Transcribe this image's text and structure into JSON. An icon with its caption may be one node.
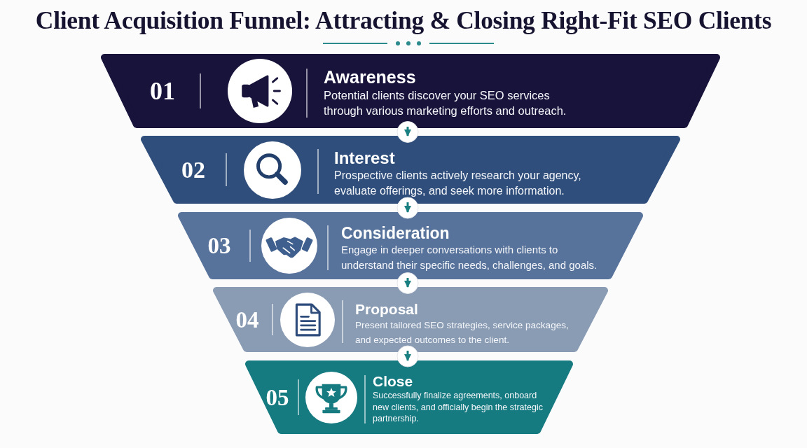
{
  "diagram": {
    "title": "Client Acquisition Funnel: Attracting & Closing Right-Fit SEO Clients",
    "nodes": [
      {
        "text": [
          "01",
          "Awareness",
          "Potential clients discover your SEO services through various marketing efforts and outreach."
        ]
      },
      {
        "text": [
          "02",
          "Interest",
          "Prospective clients actively research your agency, evaluate offerings, and seek more information."
        ]
      },
      {
        "text": [
          "03",
          "Consideration",
          "Engage in deeper conversations with clients to understand their specific needs, challenges, and goals."
        ]
      },
      {
        "text": [
          "04",
          "Proposal",
          "Present tailored SEO strategies, service packages, and expected outcomes to the client."
        ]
      },
      {
        "text": [
          "05",
          "Close",
          "Successfully finalize agreements, onboard new clients, and officially begin the strategic partnership."
        ]
      }
    ],
    "edges": [
      {
        "from": 0,
        "to": 1,
        "arrow": "to"
      },
      {
        "from": 1,
        "to": 2,
        "arrow": "to"
      },
      {
        "from": 2,
        "to": 3,
        "arrow": "to"
      },
      {
        "from": 3,
        "to": 4,
        "arrow": "to"
      }
    ]
  }
}
